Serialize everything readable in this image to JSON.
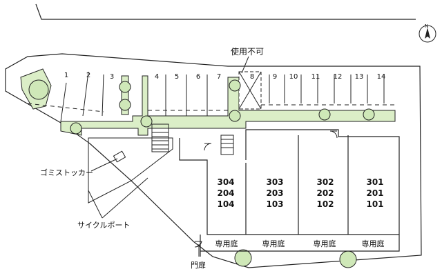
{
  "plan": {
    "unusable_label": "使用不可",
    "parking_slots": [
      "1",
      "2",
      "3",
      "4",
      "5",
      "6",
      "7",
      "8",
      "9",
      "10",
      "11",
      "12",
      "13",
      "14"
    ],
    "units": [
      {
        "line1": "304",
        "line2": "204",
        "line3": "104"
      },
      {
        "line1": "303",
        "line2": "203",
        "line3": "103"
      },
      {
        "line1": "302",
        "line2": "202",
        "line3": "102"
      },
      {
        "line1": "301",
        "line2": "201",
        "line3": "101"
      }
    ],
    "private_garden_label": "専用庭",
    "garbage_label": "ゴミストッカー",
    "bicycle_label": "サイクルポート",
    "gate_label": "門扉",
    "north_label": "N",
    "colors": {
      "planting": "#dbeec7",
      "tree": "#cfe8b8",
      "line": "#222222"
    }
  }
}
